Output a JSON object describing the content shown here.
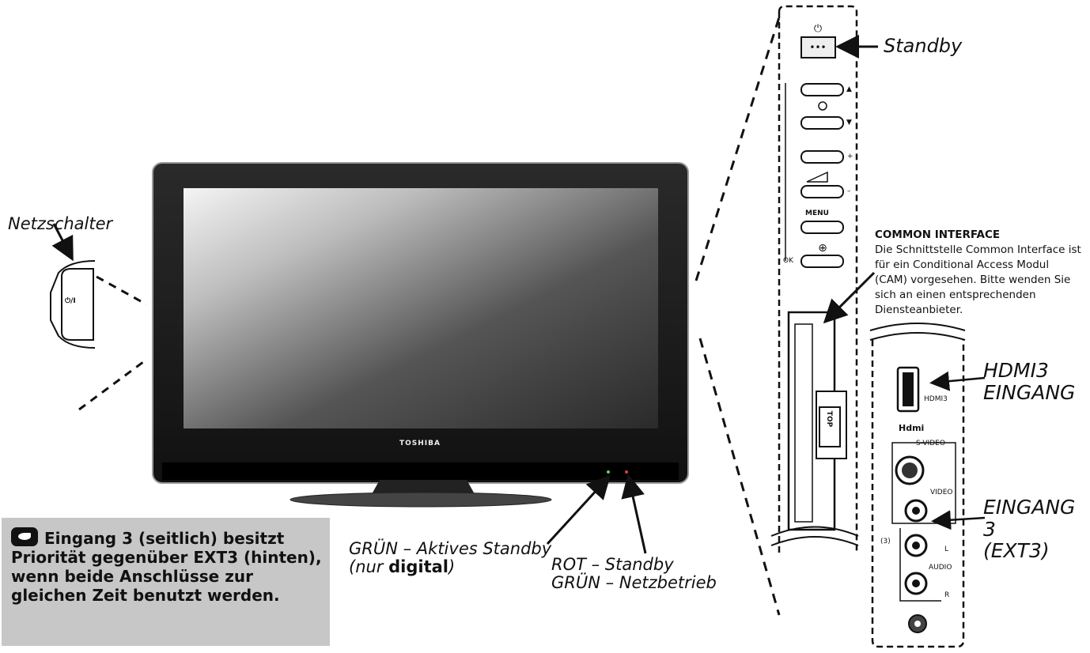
{
  "labels": {
    "netzschalter": "Netzschalter",
    "standby": "Standby",
    "gruen_aktiv": "GRÜN – Aktives Standby",
    "nur": "(nur ",
    "digital": "digital",
    "close_paren": ")",
    "rot_standby": "ROT – Standby",
    "gruen_netz": "GRÜN – Netzbetrieb",
    "hdmi3_line1": "HDMI3",
    "hdmi3_line2": "EINGANG",
    "eingang3_line1": "EINGANG 3",
    "eingang3_line2": "(EXT3)"
  },
  "common_interface": {
    "title": "COMMON INTERFACE",
    "text": "Die Schnittstelle Common Interface ist für ein Conditional Access Modul (CAM) vorgesehen. Bitte wenden Sie sich an einen entsprechenden Diensteanbieter."
  },
  "note": {
    "text": "Eingang 3 (seitlich) besitzt Priorität gegenüber EXT3 (hinten), wenn beide Anschlüsse zur gleichen Zeit benutzt werden."
  },
  "tv": {
    "brand": "TOSHIBA"
  },
  "side_panel": {
    "menu": "MENU",
    "ok": "OK",
    "top": "TOP",
    "power_symbol": "⏻/I",
    "plus": "+",
    "minus": "–",
    "up": "▲",
    "down": "▼"
  },
  "ports": {
    "hdmi3": "HDMI3",
    "hdmi_logo": "Hdmi",
    "svideo": "S-VIDEO",
    "video": "VIDEO",
    "l": "L",
    "r": "R",
    "audio": "AUDIO",
    "input3": "(3)"
  },
  "icons": [
    "standby-button-icon",
    "power-switch-icon",
    "hdmi-port-icon",
    "svideo-port-icon",
    "rca-video-icon",
    "rca-audio-l-icon",
    "rca-audio-r-icon",
    "headphone-jack-icon",
    "note-hand-icon"
  ]
}
